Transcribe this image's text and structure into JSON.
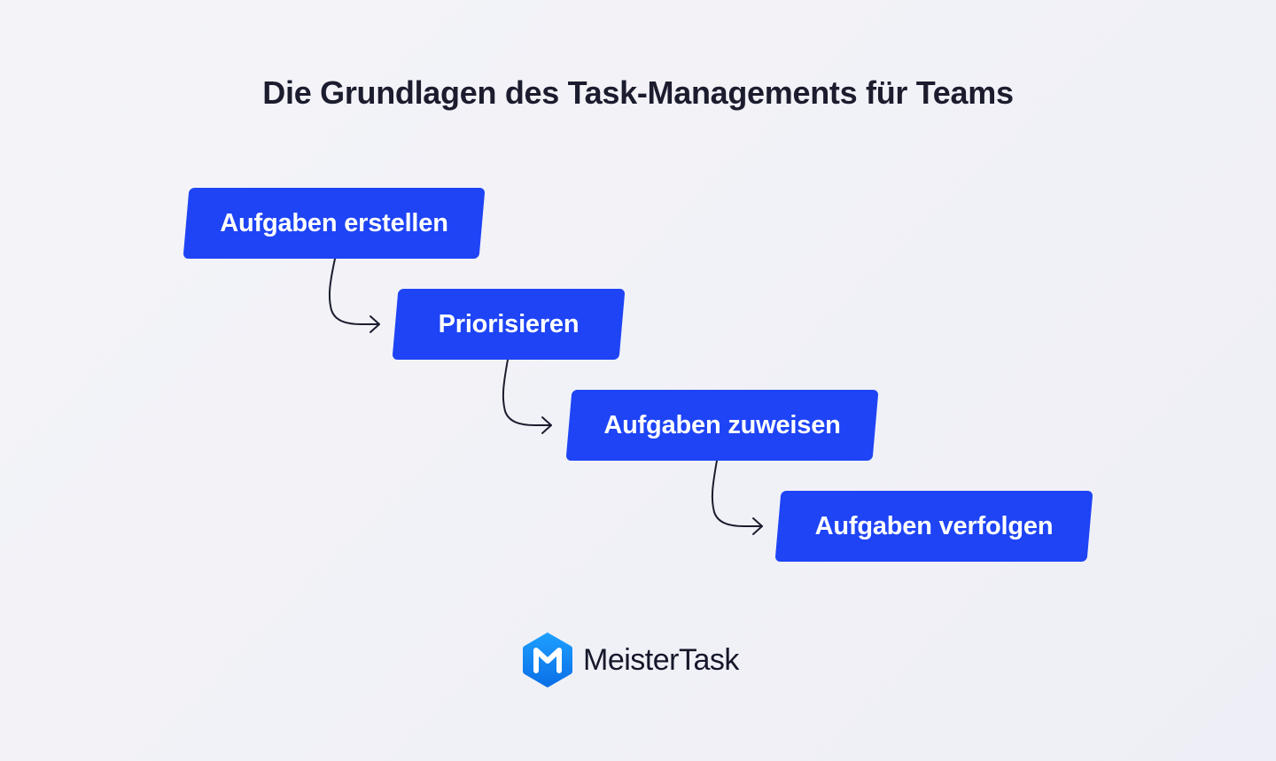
{
  "title": "Die Grundlagen des Task-Managements für Teams",
  "steps": [
    {
      "label": "Aufgaben erstellen"
    },
    {
      "label": "Priorisieren"
    },
    {
      "label": "Aufgaben zuweisen"
    },
    {
      "label": "Aufgaben verfolgen"
    }
  ],
  "brand": {
    "name": "MeisterTask",
    "icon": "meistertask-logo-icon"
  },
  "colors": {
    "step_fill": "#1e44f5",
    "step_text": "#ffffff",
    "title_text": "#1b1c2e",
    "arrow": "#1b1c2e",
    "logo_gradient_top": "#1ea0ff",
    "logo_gradient_bottom": "#0a6ee6"
  }
}
